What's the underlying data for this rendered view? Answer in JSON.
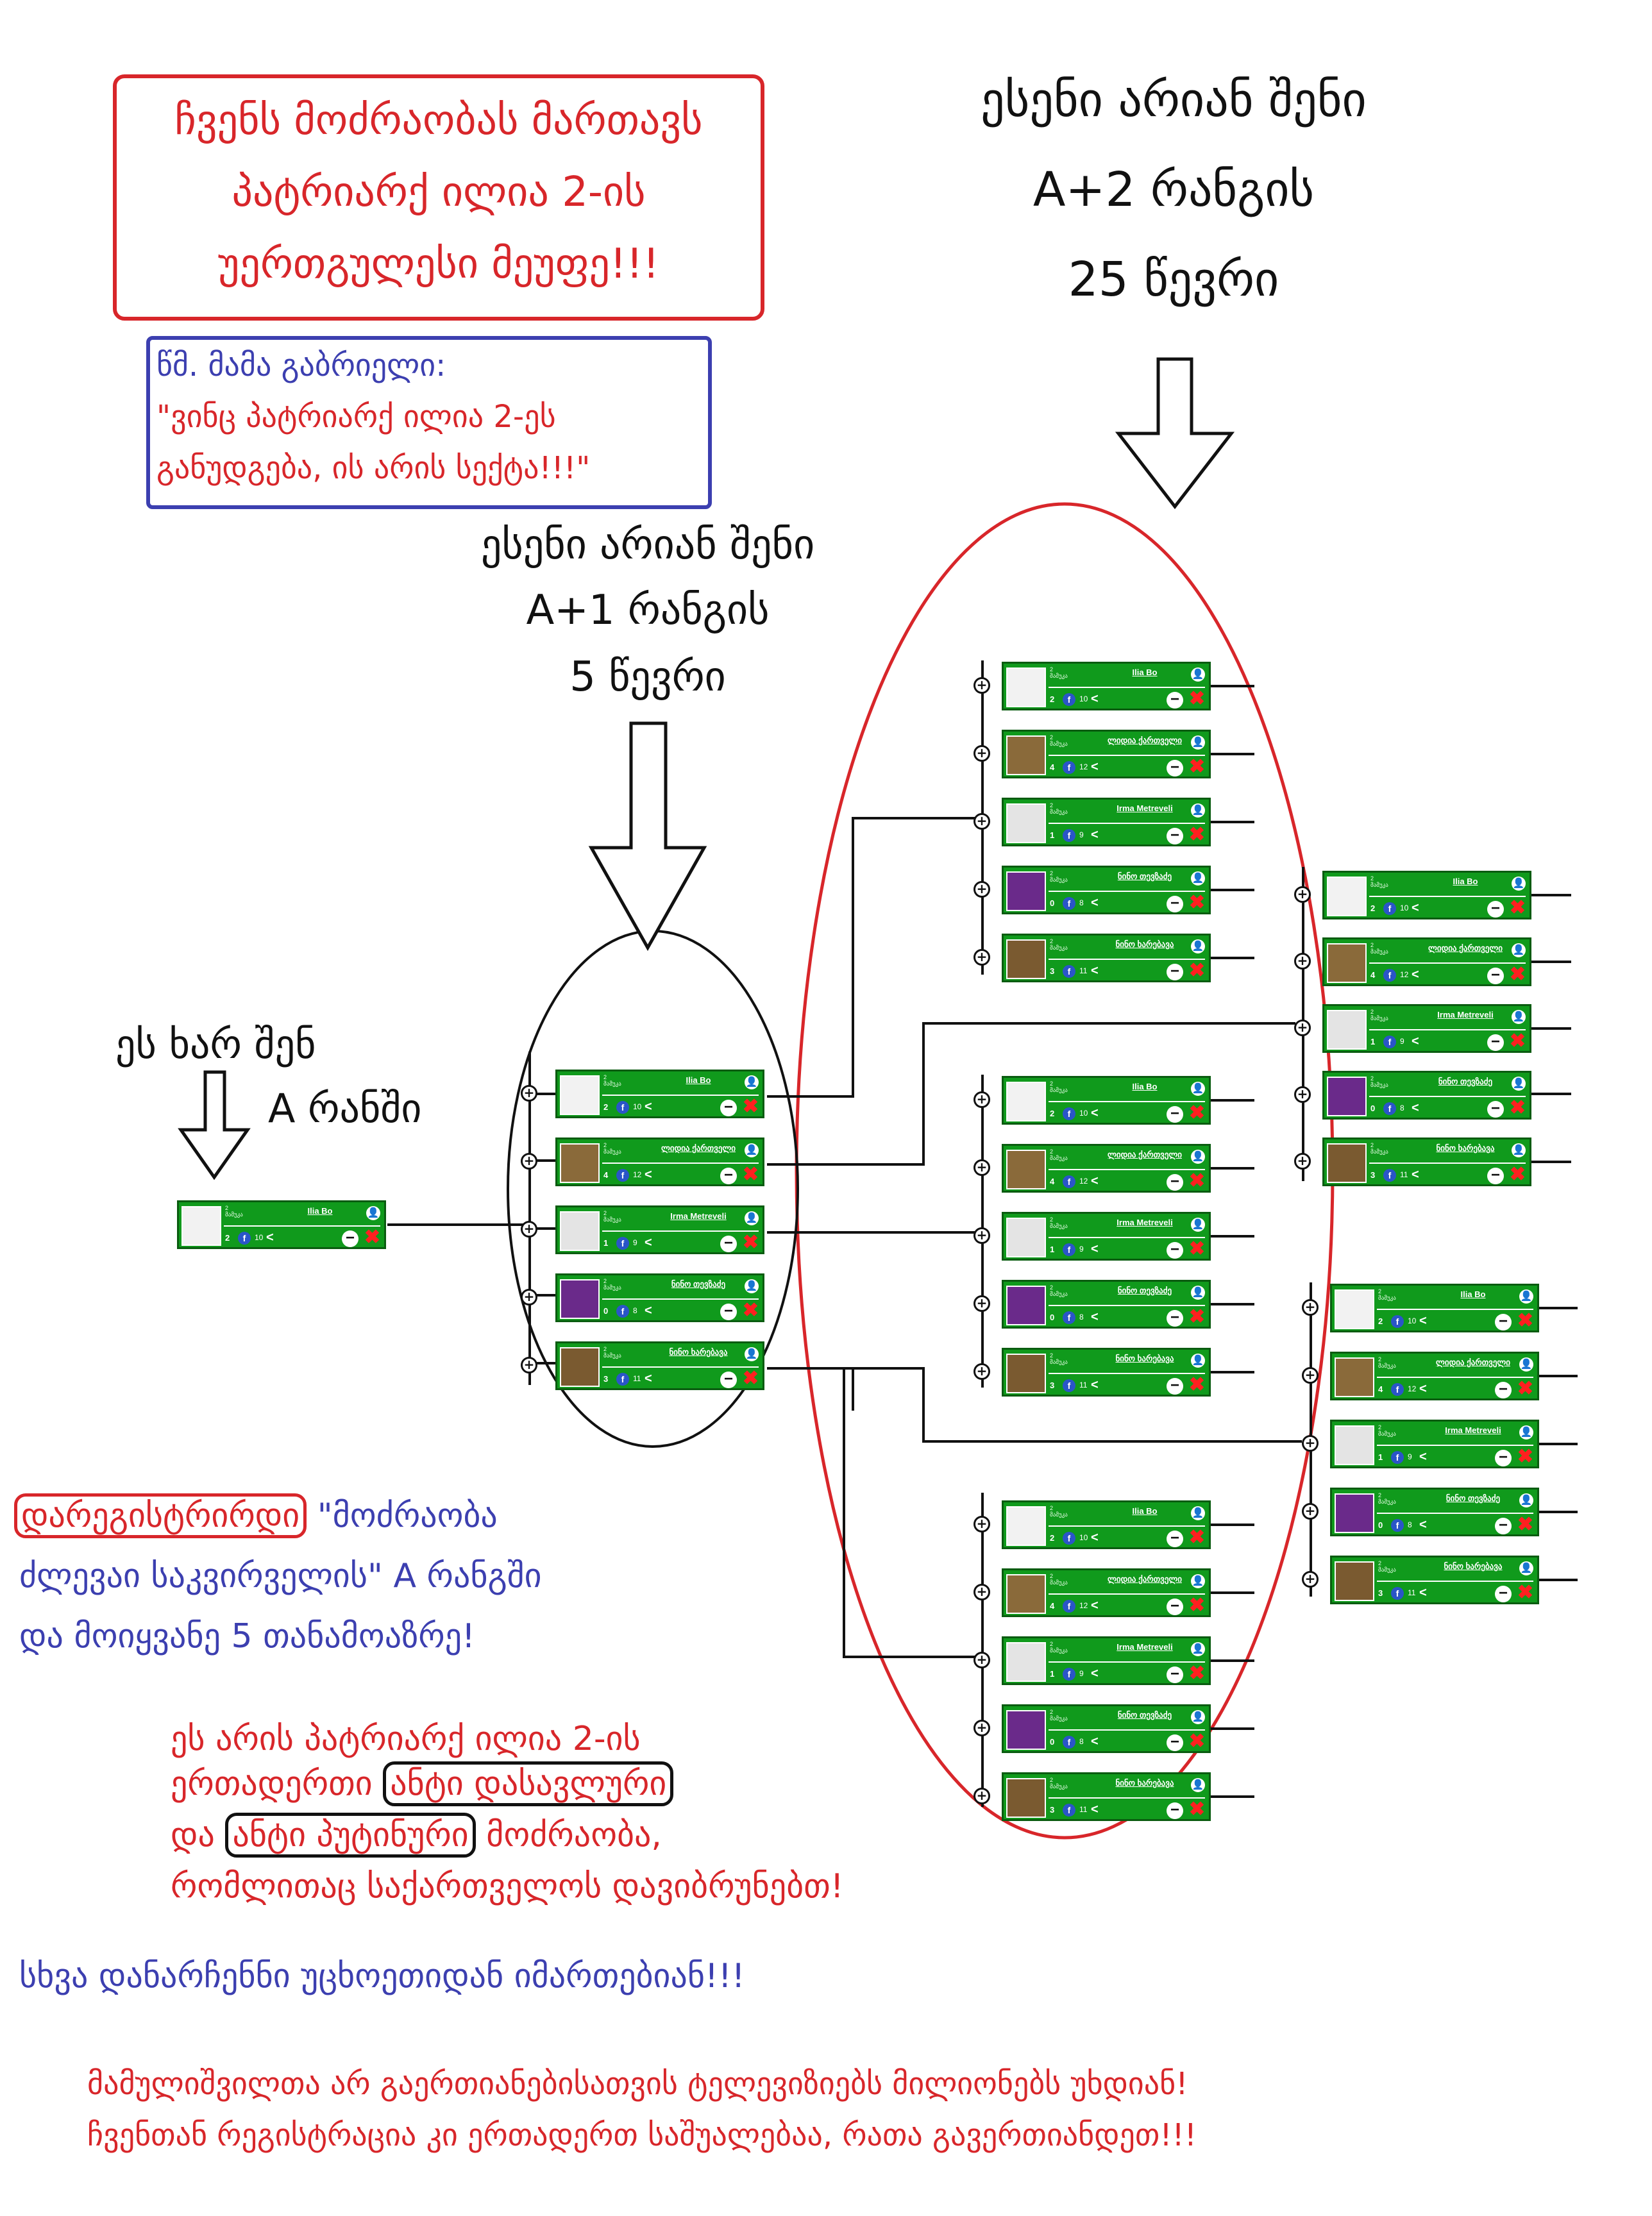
{
  "leader_box": {
    "line1": "ჩვენს მოძრაობას მართავს",
    "line2": "პატრიარქ ილია 2-ის",
    "line3": "უერთგულესი მეუფე!!!"
  },
  "quote_box": {
    "line1": "წმ. მამა გაბრიელი:",
    "line2": "\"ვინც პატრიარქ ილია 2-ეს",
    "line3": "განუდგება, ის არის სექტა!!!\""
  },
  "rank_a2_label": {
    "line1": "ესენი არიან შენი",
    "line2": "A+2 რანგის",
    "line3": "25 წევრი"
  },
  "rank_a1_label": {
    "line1": "ესენი არიან შენი",
    "line2": "A+1 რანგის",
    "line3": "5 წევრი"
  },
  "you_label": {
    "line1": "ეს  ხარ შენ",
    "line2": "A რანში"
  },
  "register_text": {
    "word1": "დარეგისტრირდი",
    "rest1": " \"მოძრაობა",
    "line2": "ძლევაი საკვირველის\" A რანგში",
    "line3": "და მოიყვანე 5  თანამოაზრე!"
  },
  "movement_text": {
    "line1": "ეს არის პატრიარქ ილია 2-ის",
    "line2_pre": "ერთადერთი ",
    "line2_box": "ანტი დასავლური",
    "line3_pre": "და ",
    "line3_box": "ანტი პუტინური",
    "line3_post": " მოძრაობა,",
    "line4": "რომლითაც საქართველოს დავიბრუნებთ!"
  },
  "others_text": "სხვა დანარჩენნი უცხოეთიდან იმართებიან!!!",
  "footer_text": {
    "line1": "მამულიშვილთა არ გაერთიანებისათვის ტელევიზიებს მილიონებს უხდიან!",
    "line2": "ჩვენთან რეგისტრაცია კი ერთადერთ საშუალებაა, რათა გავერთიანდეთ!!!"
  },
  "members": [
    {
      "name": "Ilia Bo",
      "rank": "2",
      "count": "10",
      "thumb": "#f2f2f2"
    },
    {
      "name": "ლიდია ქართველი",
      "rank": "4",
      "count": "12",
      "thumb": "#8a6a3a"
    },
    {
      "name": "Irma Metreveli",
      "rank": "1",
      "count": "9",
      "thumb": "#e4e4e4"
    },
    {
      "name": "ნინო თევზაძე",
      "rank": "0",
      "count": "8",
      "thumb": "#6a2a8a"
    },
    {
      "name": "ნინო ხარებავა",
      "rank": "3",
      "count": "11",
      "thumb": "#7a5a30"
    }
  ],
  "card_meta": {
    "line1": "2",
    "line2": "მამუკა"
  },
  "icons": {
    "facebook": "f",
    "share": "<",
    "user": "👤",
    "remove": "−",
    "delete": "✖",
    "expand": "+"
  },
  "colors": {
    "card_green": "#109a1c",
    "red_accent": "#d8262a",
    "blue_accent": "#3c3fb0",
    "text_dark": "#111111"
  }
}
